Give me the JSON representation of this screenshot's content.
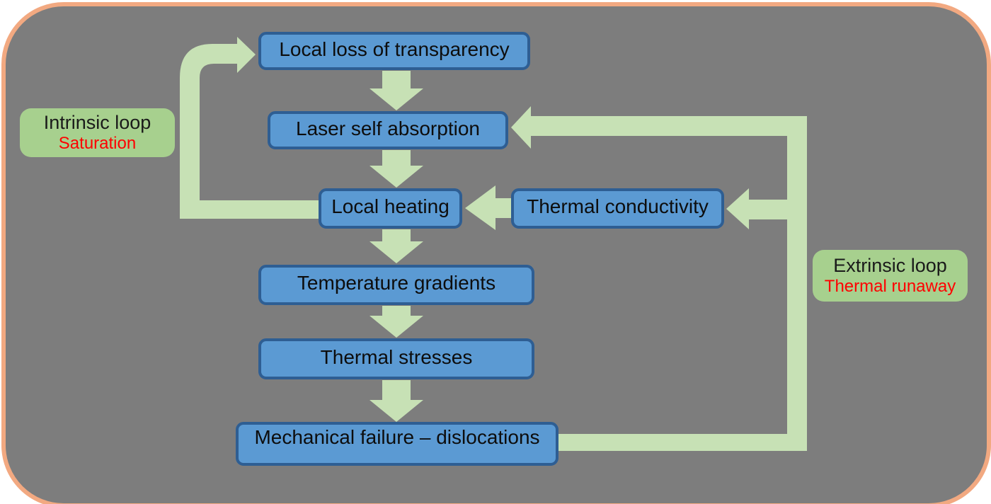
{
  "diagram": {
    "type": "flowchart",
    "boxes": {
      "local_loss": "Local loss of transparency",
      "laser_absorption": "Laser self absorption",
      "local_heating": "Local heating",
      "thermal_conductivity": "Thermal conductivity",
      "temperature_gradients": "Temperature gradients",
      "thermal_stresses": "Thermal stresses",
      "mechanical_failure": "Mechanical failure – dislocations"
    },
    "labels": {
      "intrinsic": {
        "title": "Intrinsic loop",
        "subtitle": "Saturation"
      },
      "extrinsic": {
        "title": "Extrinsic loop",
        "subtitle": "Thermal runaway"
      }
    },
    "flows": {
      "main_chain": [
        "Local loss of transparency",
        "Laser self absorption",
        "Local heating",
        "Temperature gradients",
        "Thermal stresses",
        "Mechanical failure – dislocations"
      ],
      "side_input": "Thermal conductivity → Local heating",
      "intrinsic_loop": "Local heating → Local loss of transparency",
      "extrinsic_loop": "Mechanical failure – dislocations → Laser self absorption / Thermal conductivity"
    },
    "colors": {
      "panel_background": "#7d7d7d",
      "panel_border": "#f2a981",
      "outer_background": "#ffffff",
      "box_fill": "#5b9ad3",
      "box_border": "#2e5e93",
      "box_text": "#0d0d0d",
      "arrow": "#c7e1b5",
      "label_fill": "#a7d08e",
      "label_title_text": "#1a1a1a",
      "label_subtitle_text": "#ff0000"
    }
  }
}
